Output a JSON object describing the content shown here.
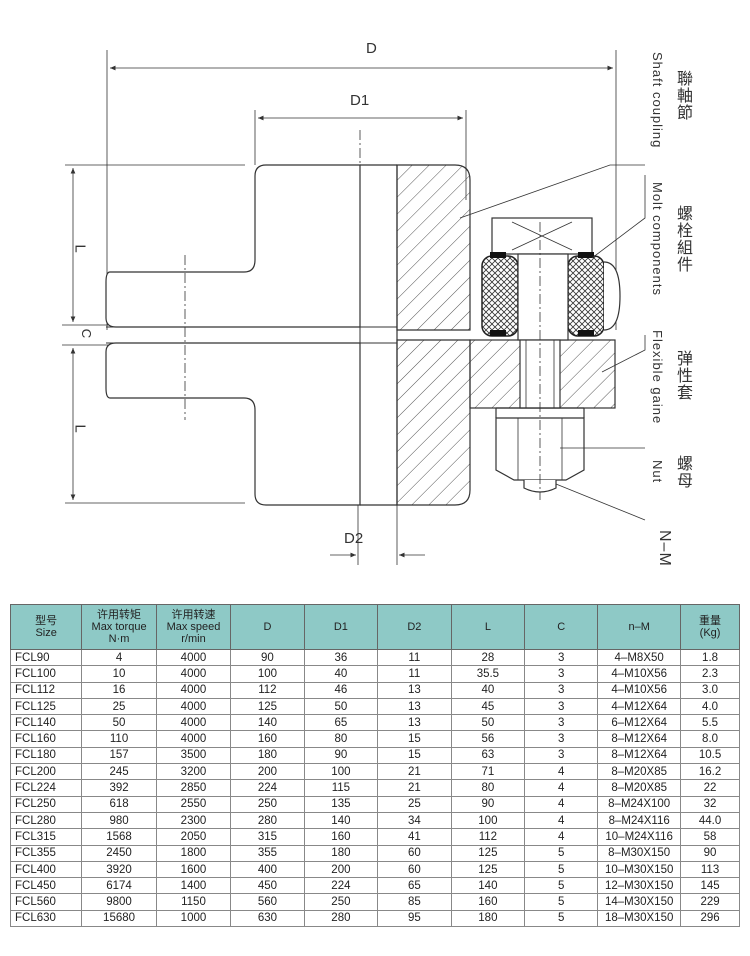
{
  "drawing": {
    "dims": {
      "D": "D",
      "D1": "D1",
      "D2": "D2",
      "L_top": "L",
      "L_bottom": "L",
      "C": "C",
      "NM": "N–M"
    },
    "callouts": [
      {
        "en": "Shaft coupling",
        "cn": "聯軸節"
      },
      {
        "en": "Molt components",
        "cn": "螺栓組件"
      },
      {
        "en": "Flexible gaine",
        "cn": "弹性套"
      },
      {
        "en": "Nut",
        "cn": "螺母"
      }
    ]
  },
  "table": {
    "headers": [
      {
        "cn": "型号",
        "en": "Size"
      },
      {
        "cn": "许用转矩",
        "en": "Max torque",
        "unit": "N·m"
      },
      {
        "cn": "许用转速",
        "en": "Max speed",
        "unit": "r/min"
      },
      {
        "en": "D"
      },
      {
        "en": "D1"
      },
      {
        "en": "D2"
      },
      {
        "en": "L"
      },
      {
        "en": "C"
      },
      {
        "en": "n–M"
      },
      {
        "cn": "重量",
        "en": "(Kg)"
      }
    ],
    "rows": [
      [
        "FCL90",
        "4",
        "4000",
        "90",
        "36",
        "11",
        "28",
        "3",
        "4–M8X50",
        "1.8"
      ],
      [
        "FCL100",
        "10",
        "4000",
        "100",
        "40",
        "11",
        "35.5",
        "3",
        "4–M10X56",
        "2.3"
      ],
      [
        "FCL112",
        "16",
        "4000",
        "112",
        "46",
        "13",
        "40",
        "3",
        "4–M10X56",
        "3.0"
      ],
      [
        "FCL125",
        "25",
        "4000",
        "125",
        "50",
        "13",
        "45",
        "3",
        "4–M12X64",
        "4.0"
      ],
      [
        "FCL140",
        "50",
        "4000",
        "140",
        "65",
        "13",
        "50",
        "3",
        "6–M12X64",
        "5.5"
      ],
      [
        "FCL160",
        "110",
        "4000",
        "160",
        "80",
        "15",
        "56",
        "3",
        "8–M12X64",
        "8.0"
      ],
      [
        "FCL180",
        "157",
        "3500",
        "180",
        "90",
        "15",
        "63",
        "3",
        "8–M12X64",
        "10.5"
      ],
      [
        "FCL200",
        "245",
        "3200",
        "200",
        "100",
        "21",
        "71",
        "4",
        "8–M20X85",
        "16.2"
      ],
      [
        "FCL224",
        "392",
        "2850",
        "224",
        "115",
        "21",
        "80",
        "4",
        "8–M20X85",
        "22"
      ],
      [
        "FCL250",
        "618",
        "2550",
        "250",
        "135",
        "25",
        "90",
        "4",
        "8–M24X100",
        "32"
      ],
      [
        "FCL280",
        "980",
        "2300",
        "280",
        "140",
        "34",
        "100",
        "4",
        "8–M24X116",
        "44.0"
      ],
      [
        "FCL315",
        "1568",
        "2050",
        "315",
        "160",
        "41",
        "112",
        "4",
        "10–M24X116",
        "58"
      ],
      [
        "FCL355",
        "2450",
        "1800",
        "355",
        "180",
        "60",
        "125",
        "5",
        "8–M30X150",
        "90"
      ],
      [
        "FCL400",
        "3920",
        "1600",
        "400",
        "200",
        "60",
        "125",
        "5",
        "10–M30X150",
        "113"
      ],
      [
        "FCL450",
        "6174",
        "1400",
        "450",
        "224",
        "65",
        "140",
        "5",
        "12–M30X150",
        "145"
      ],
      [
        "FCL560",
        "9800",
        "1150",
        "560",
        "250",
        "85",
        "160",
        "5",
        "14–M30X150",
        "229"
      ],
      [
        "FCL630",
        "15680",
        "1000",
        "630",
        "280",
        "95",
        "180",
        "5",
        "18–M30X150",
        "296"
      ]
    ]
  }
}
